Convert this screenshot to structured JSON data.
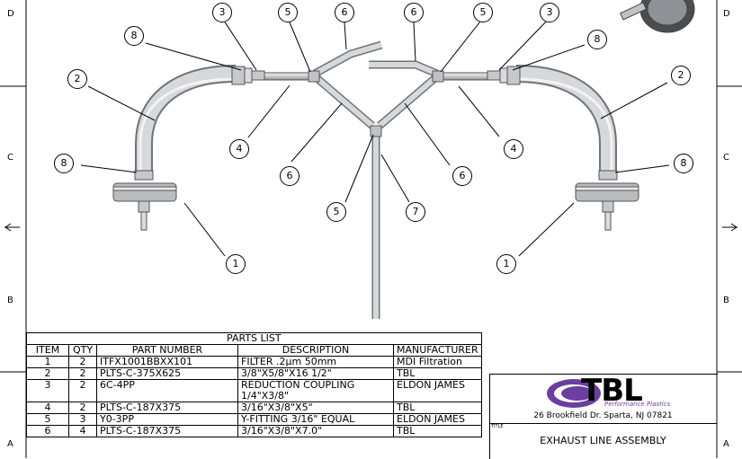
{
  "zones": {
    "left": [
      "D",
      "C",
      "B",
      "A"
    ],
    "right": [
      "D",
      "C",
      "B",
      "A"
    ]
  },
  "balloons": [
    {
      "n": "3"
    },
    {
      "n": "5"
    },
    {
      "n": "6"
    },
    {
      "n": "6"
    },
    {
      "n": "5"
    },
    {
      "n": "3"
    },
    {
      "n": "8"
    },
    {
      "n": "8"
    },
    {
      "n": "2"
    },
    {
      "n": "2"
    },
    {
      "n": "4"
    },
    {
      "n": "4"
    },
    {
      "n": "8"
    },
    {
      "n": "8"
    },
    {
      "n": "6"
    },
    {
      "n": "6"
    },
    {
      "n": "5"
    },
    {
      "n": "7"
    },
    {
      "n": "1"
    },
    {
      "n": "1"
    }
  ],
  "parts_list": {
    "title": "PARTS LIST",
    "headers": [
      "ITEM",
      "QTY",
      "PART NUMBER",
      "DESCRIPTION",
      "MANUFACTURER"
    ],
    "rows": [
      [
        "1",
        "2",
        "ITFX1001BBXX101",
        "FILTER .2µm 50mm",
        "MDI Filtration"
      ],
      [
        "2",
        "2",
        "PLTS-C-375X625",
        "3/8\"X5/8\"X16 1/2\"",
        "TBL"
      ],
      [
        "3",
        "2",
        "6C-4PP",
        "REDUCTION COUPLING 1/4\"X3/8\"",
        "ELDON JAMES"
      ],
      [
        "4",
        "2",
        "PLTS-C-187X375",
        "3/16\"X3/8\"X5\"",
        "TBL"
      ],
      [
        "5",
        "3",
        "Y0-3PP",
        "Y-FITTING 3/16\" EQUAL",
        "ELDON JAMES"
      ],
      [
        "6",
        "4",
        "PLTS-C-187X375",
        "3/16\"X3/8\"X7.0\"",
        "TBL"
      ]
    ]
  },
  "title_block": {
    "logo_text": "TBL",
    "logo_sub": "Performance Plastics",
    "address": "26 Brookfield Dr. Sparta, NJ 07821",
    "title_label": "TITLE",
    "drawing_title": "EXHAUST LINE ASSEMBLY"
  },
  "colors": {
    "tube": "#cfd3d6",
    "tube_edge": "#6f7478",
    "logo_purple": "#6b3fa0"
  }
}
